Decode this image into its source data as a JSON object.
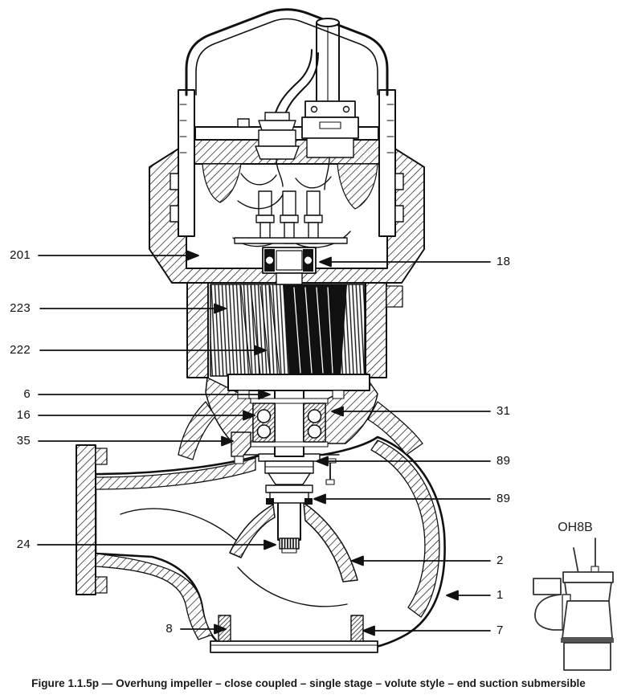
{
  "page": {
    "background": "#ffffff",
    "ink": "#111111"
  },
  "figure": {
    "caption": "Figure 1.1.5p — Overhung impeller – close coupled – single stage – volute style – end suction submersible"
  },
  "inset": {
    "type_code": "OH8B"
  },
  "callouts": {
    "left": [
      {
        "label": "201"
      },
      {
        "label": "223"
      },
      {
        "label": "222"
      },
      {
        "label": "6"
      },
      {
        "label": "16"
      },
      {
        "label": "35"
      },
      {
        "label": "24"
      },
      {
        "label": "8"
      }
    ],
    "right": [
      {
        "label": "18"
      },
      {
        "label": "31"
      },
      {
        "label": "89"
      },
      {
        "label": "89"
      },
      {
        "label": "2"
      },
      {
        "label": "1"
      },
      {
        "label": "7"
      }
    ]
  }
}
